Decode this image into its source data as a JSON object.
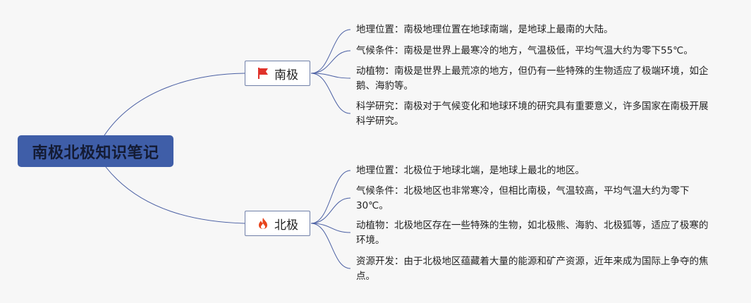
{
  "root": {
    "title": "南极北极知识笔记"
  },
  "branches": [
    {
      "label": "南极",
      "icon": "red-flag-icon",
      "items": [
        "地理位置：南极地理位置在地球南端，是地球上最南的大陆。",
        "气候条件：南极是世界上最寒冷的地方，气温极低，平均气温大约为零下55℃。",
        "动植物：南极是世界上最荒凉的地方，但仍有一些特殊的生物适应了极端环境，如企鹅、海豹等。",
        "科学研究：南极对于气候变化和地球环境的研究具有重要意义，许多国家在南极开展科学研究。"
      ]
    },
    {
      "label": "北极",
      "icon": "fire-icon",
      "items": [
        "地理位置：北极位于地球北端，是地球上最北的地区。",
        "气候条件：北极地区也非常寒冷，但相比南极，气温较高，平均气温大约为零下30℃。",
        "动植物：北极地区存在一些特殊的生物，如北极熊、海豹、北极狐等，适应了极寒的环境。",
        "资源开发：由于北极地区蕴藏着大量的能源和矿产资源，近年来成为国际上争夺的焦点。"
      ]
    }
  ],
  "colors": {
    "root_fill": "#3f5ea8",
    "line": "#4a5fa3",
    "flag": "#e0322a",
    "fire": "#e8441c"
  }
}
